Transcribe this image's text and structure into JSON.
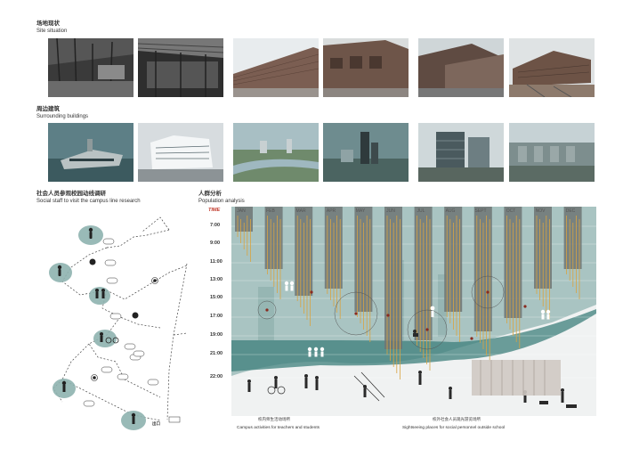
{
  "sections": {
    "site": {
      "cn": "场地现状",
      "en": "Site situation"
    },
    "surrounding": {
      "cn": "周边建筑",
      "en": "Surrounding buildings"
    },
    "social": {
      "cn": "社会人员参观校园动线调研",
      "en": "Social staff to visit the campus line research"
    },
    "population": {
      "cn": "人群分析",
      "en": "Population analysis"
    }
  },
  "time_axis": {
    "header": "TIME",
    "labels": [
      "7:00",
      "9:00",
      "11:00",
      "13:00",
      "15:00",
      "17:00",
      "19:00",
      "21:00",
      "22:00"
    ]
  },
  "months": [
    "JAN",
    "FEB",
    "MAR",
    "APR",
    "MAY",
    "JUN",
    "JUL",
    "AUG",
    "SEPT",
    "OCT",
    "NOV",
    "DEC"
  ],
  "route": {
    "exit_label": "出口"
  },
  "captions": {
    "campus_cn": "校内师生活动场所",
    "campus_en": "Campus activities for teachers and students",
    "sight_cn": "校外社会人员观光游览场所",
    "sight_en": "Sightseeing places for social personnel outside school"
  },
  "colors": {
    "teal": "#8fb3b0",
    "bar": "#6f7574",
    "accent": "#d9a441",
    "dot": "#8a2b20"
  }
}
